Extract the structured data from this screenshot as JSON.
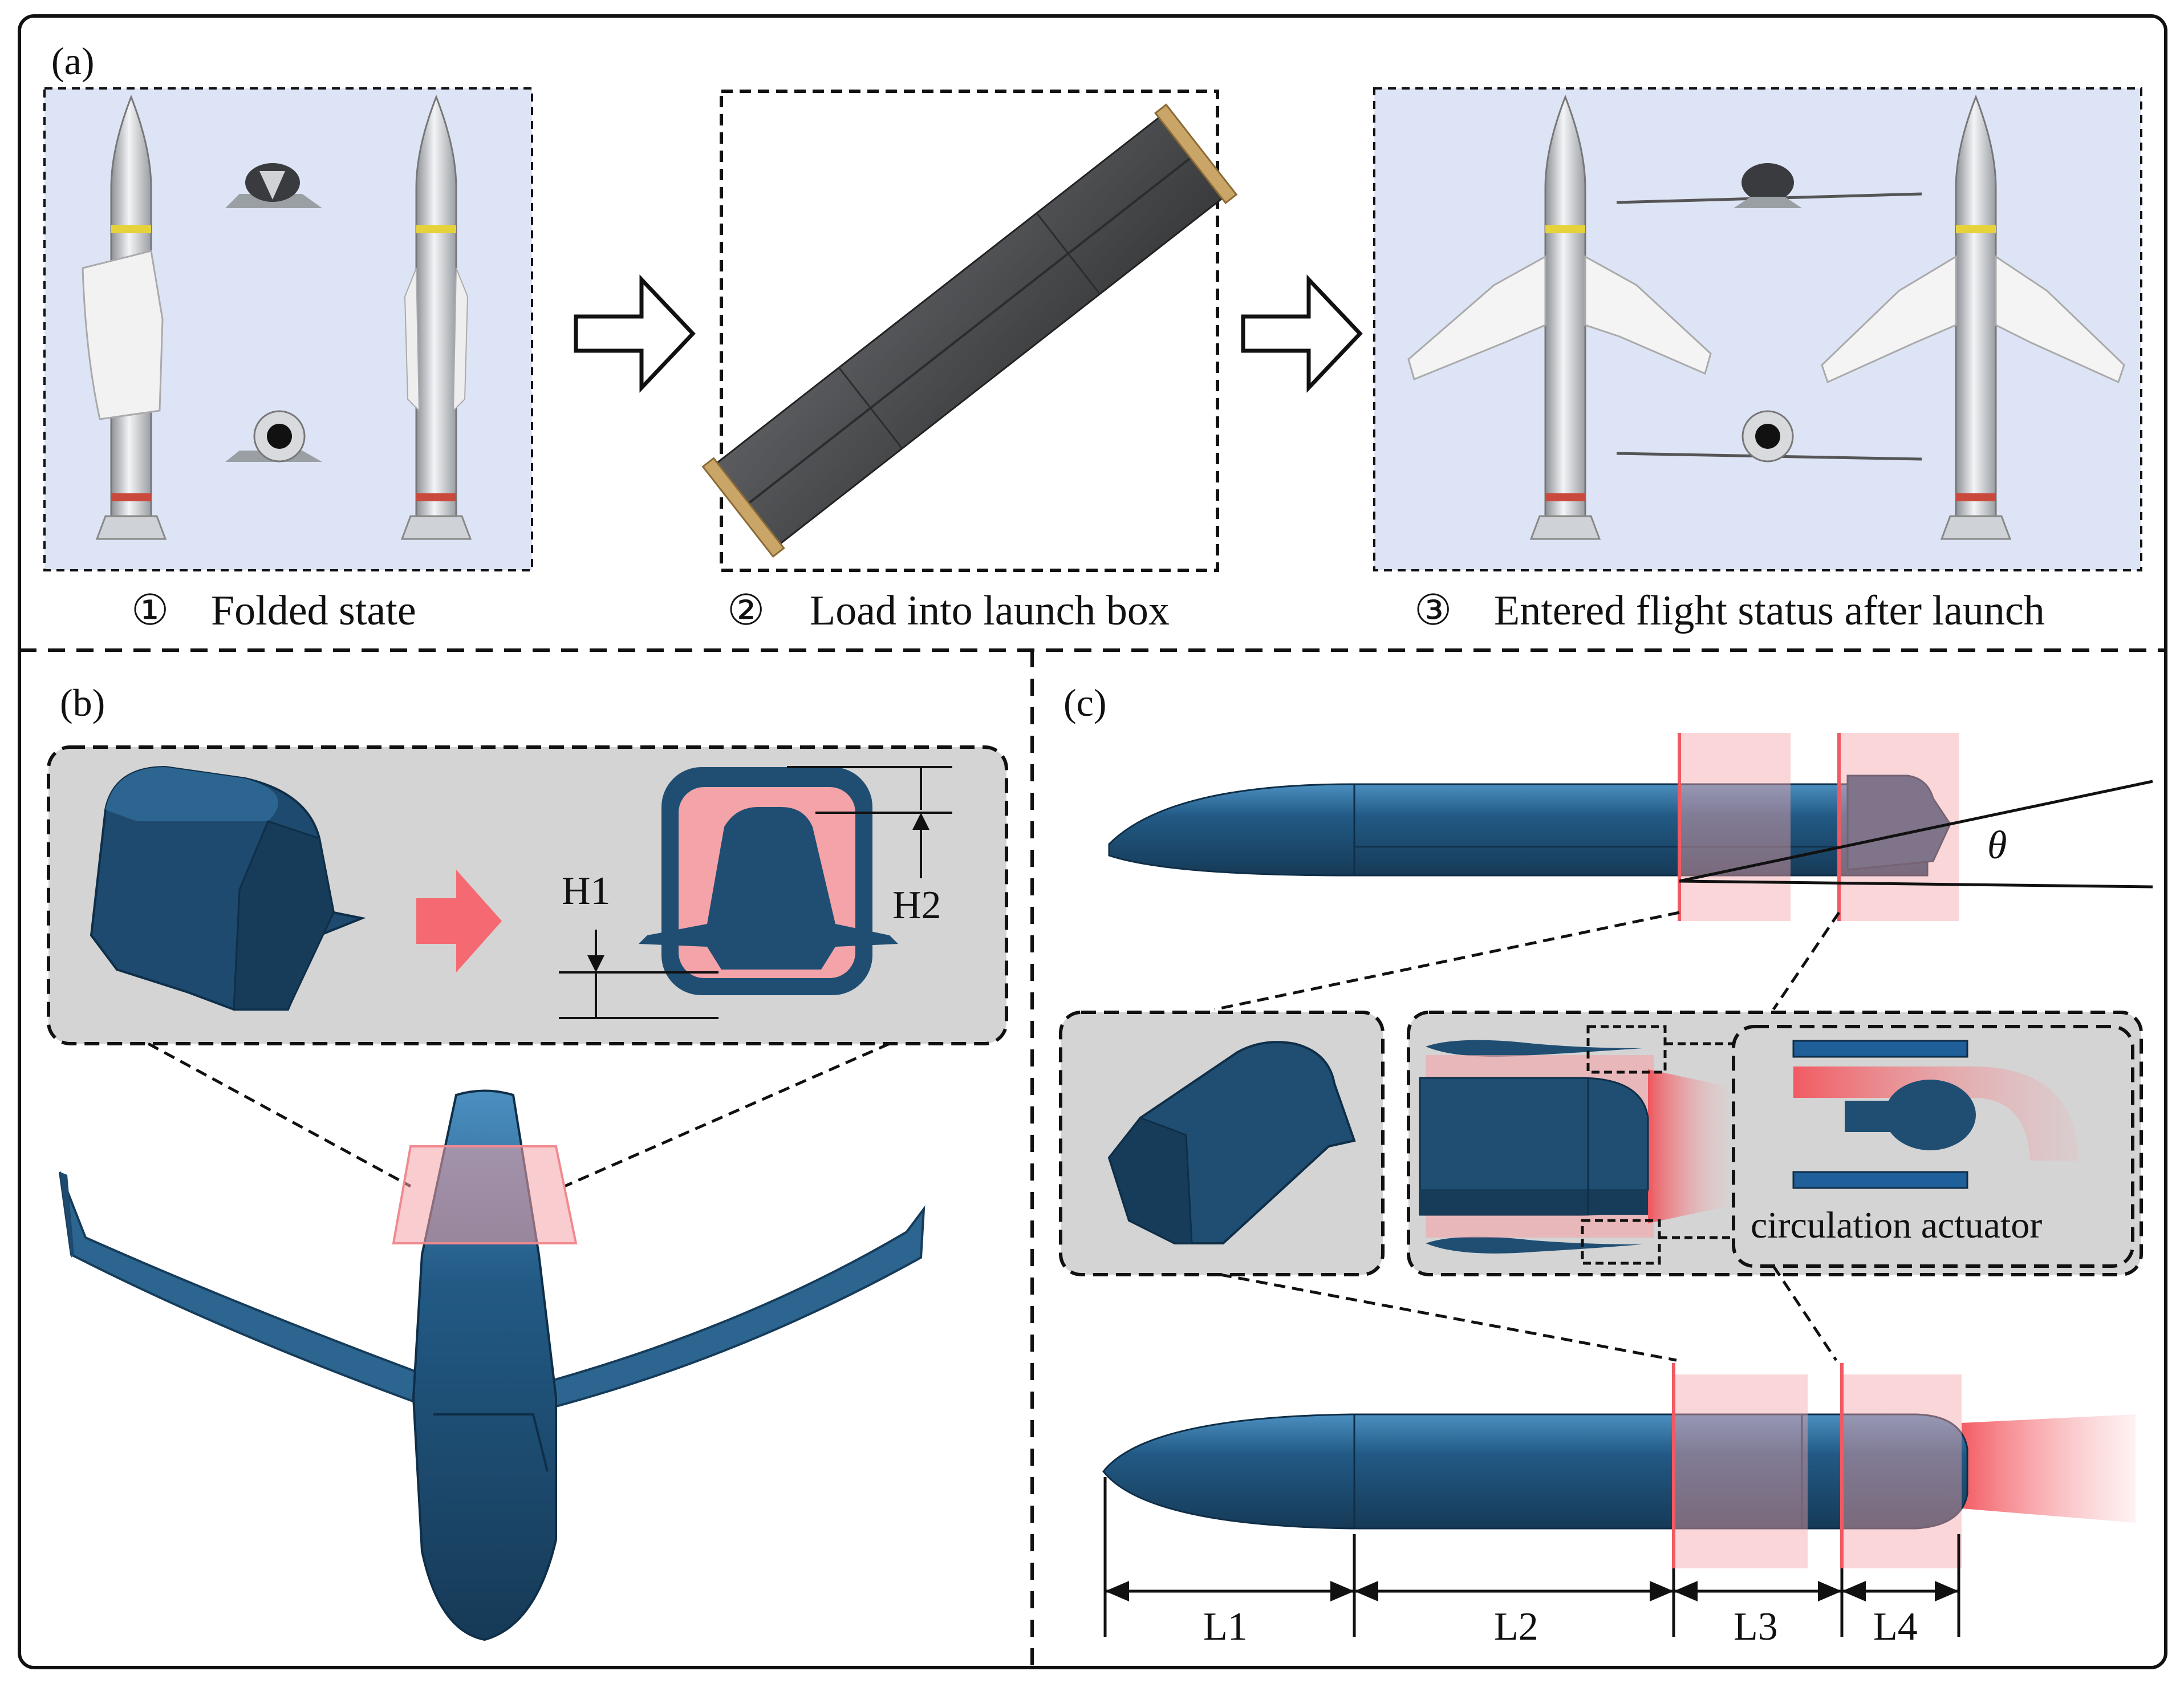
{
  "panel_a": {
    "label": "(a)",
    "captions": [
      "Folded state",
      "Load into launch box",
      "Entered flight status after launch"
    ],
    "step_numbers": [
      "①",
      "②",
      "③"
    ]
  },
  "panel_b": {
    "label": "(b)",
    "dim_h1": "H1",
    "dim_h2": "H2"
  },
  "panel_c": {
    "label": "(c)",
    "theta": "θ",
    "actuator_label": "circulation actuator",
    "dims": [
      "L1",
      "L2",
      "L3",
      "L4"
    ]
  },
  "colors": {
    "body_blue": "#1f4e72",
    "dark_blue": "#163c5a",
    "highlight_red": "#f4a3a8",
    "panel_gray": "#d4d4d4",
    "sky_bg": "#dde4f5"
  }
}
